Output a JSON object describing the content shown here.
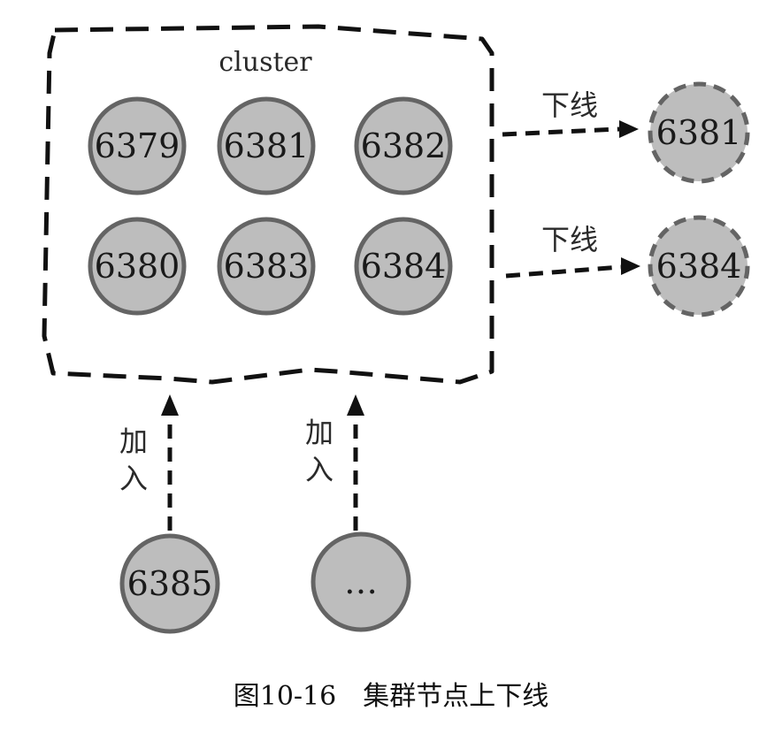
{
  "cluster": {
    "label": "cluster",
    "nodes": [
      "6379",
      "6381",
      "6382",
      "6380",
      "6383",
      "6384"
    ]
  },
  "offline": {
    "label": "下线",
    "nodes": [
      "6381",
      "6384"
    ]
  },
  "joining": {
    "label_top": "加",
    "label_bottom": "入",
    "nodes": [
      "6385",
      "…"
    ]
  },
  "caption": "图10-16　集群节点上下线"
}
